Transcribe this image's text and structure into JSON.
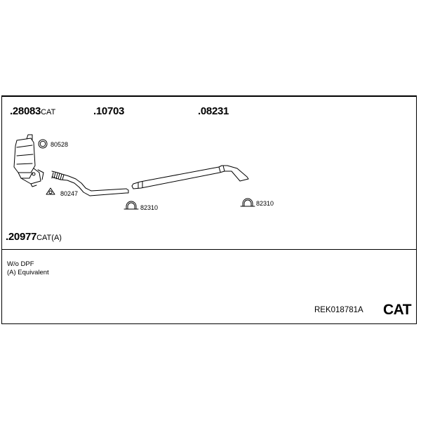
{
  "parts": {
    "catalyst": {
      "number": ".28083",
      "suffix": "CAT"
    },
    "front_pipe": {
      "number": ".10703",
      "suffix": ""
    },
    "rear_pipe": {
      "number": ".08231",
      "suffix": ""
    },
    "kit_variant": {
      "number": ".20977",
      "suffix": "CAT(A)"
    }
  },
  "fittings": {
    "ring": "80528",
    "gasket": "80247",
    "clamp_1": "82310",
    "clamp_2": "82310"
  },
  "notes": {
    "line1": "W/o DPF",
    "line2": "(A) Equivalent"
  },
  "kit": {
    "code": "REK018781A",
    "badge": "CAT"
  }
}
